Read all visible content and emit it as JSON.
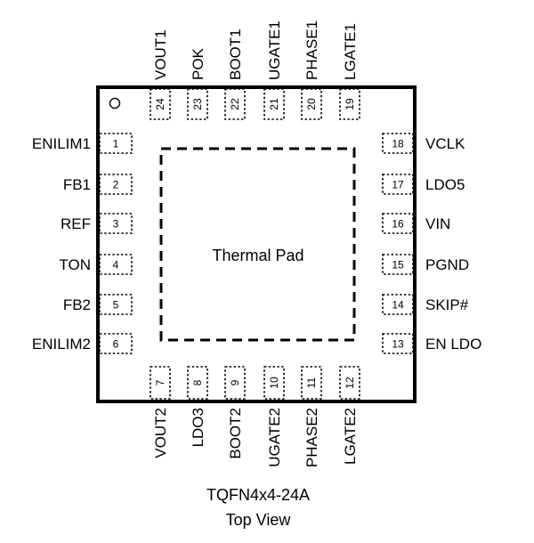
{
  "thermal_pad_label": "Thermal Pad",
  "package_name": "TQFN4x4-24A",
  "view_label": "Top View",
  "pins": {
    "left": [
      {
        "num": "1",
        "name": "ENILIM1"
      },
      {
        "num": "2",
        "name": "FB1"
      },
      {
        "num": "3",
        "name": "REF"
      },
      {
        "num": "4",
        "name": "TON"
      },
      {
        "num": "5",
        "name": "FB2"
      },
      {
        "num": "6",
        "name": "ENILIM2"
      }
    ],
    "bottom": [
      {
        "num": "7",
        "name": "VOUT2"
      },
      {
        "num": "8",
        "name": "LDO3"
      },
      {
        "num": "9",
        "name": "BOOT2"
      },
      {
        "num": "10",
        "name": "UGATE2"
      },
      {
        "num": "11",
        "name": "PHASE2"
      },
      {
        "num": "12",
        "name": "LGATE2"
      }
    ],
    "right": [
      {
        "num": "13",
        "name": "EN LDO"
      },
      {
        "num": "14",
        "name": "SKIP#"
      },
      {
        "num": "15",
        "name": "PGND"
      },
      {
        "num": "16",
        "name": "VIN"
      },
      {
        "num": "17",
        "name": "LDO5"
      },
      {
        "num": "18",
        "name": "VCLK"
      }
    ],
    "top": [
      {
        "num": "19",
        "name": "LGATE1"
      },
      {
        "num": "20",
        "name": "PHASE1"
      },
      {
        "num": "21",
        "name": "UGATE1"
      },
      {
        "num": "22",
        "name": "BOOT1"
      },
      {
        "num": "23",
        "name": "POK"
      },
      {
        "num": "24",
        "name": "VOUT1"
      }
    ]
  }
}
